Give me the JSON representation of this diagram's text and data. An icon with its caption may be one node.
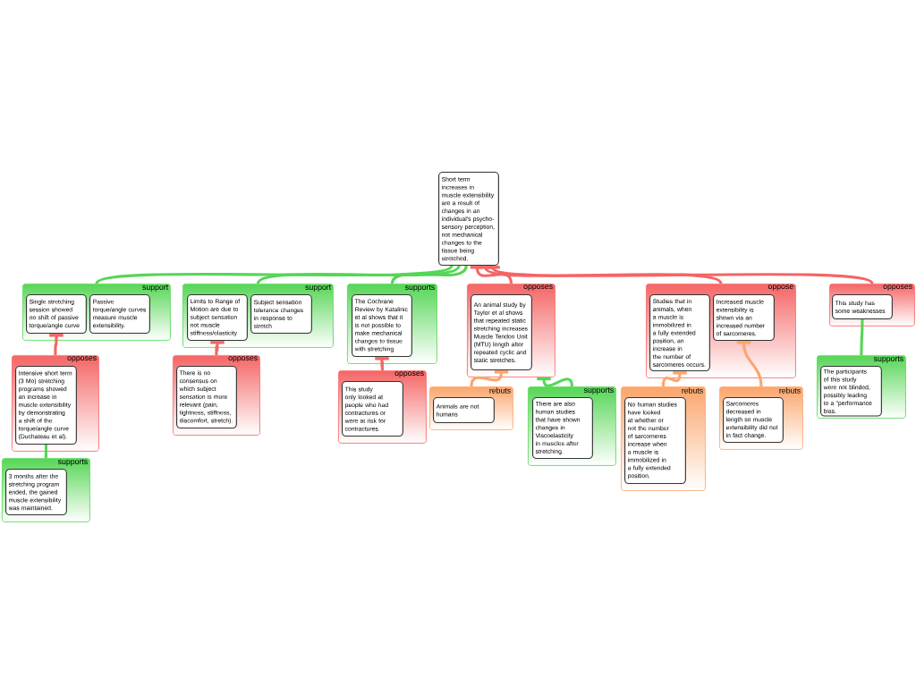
{
  "diagram": {
    "nodes": [
      {
        "text": [
          "Short term increases in muscle extensibility are a result of changes in an individual's psycho-sensory perception, not mechanical changes to the tissue being stretched."
        ]
      },
      {
        "text": [
          "support"
        ]
      },
      {
        "text": [
          "Single stretching session showed no shift of passive torque/angle curve"
        ],
        "in": 1
      },
      {
        "text": [
          "Passive torque/angle curves measure muscle extensibility."
        ],
        "in": 1
      },
      {
        "text": [
          "support"
        ]
      },
      {
        "text": [
          "Limits to Range of Motion are due to subject sensation not muscle stiffness/elasticity"
        ],
        "in": 4
      },
      {
        "text": [
          "Subject sensation tolerance changes in response to stretch"
        ],
        "in": 4
      },
      {
        "text": [
          "supports"
        ]
      },
      {
        "text": [
          "The Cochrane Review by Katalinic et al shows that it is not possible to make mechanical changes to tissue with stretching"
        ],
        "in": 7
      },
      {
        "text": [
          "opposes"
        ]
      },
      {
        "text": [
          "An animal study by Taylor et al shows that repeated static stretching increases Muscle Tendon Unit (MTU) length after repeated cyclic and static stretches."
        ],
        "in": 9
      },
      {
        "text": [
          "oppose"
        ]
      },
      {
        "text": [
          "Studies that in animals, when a muscle is immobilized in a fully extended position, an increase in the number of sarcomeres occurs."
        ],
        "in": 11
      },
      {
        "text": [
          "Increased muscle extensibility is shown via an increased number of sarcomeres."
        ],
        "in": 11
      },
      {
        "text": [
          "opposes"
        ]
      },
      {
        "text": [
          "This study has some weaknesses"
        ],
        "in": 14
      },
      {
        "text": [
          "opposes"
        ]
      },
      {
        "text": [
          "Intensive short term (3 Mo) stretching programs showed an increase in muscle extensibility by demonstrating a shift of the torque/angle curve (Duchateau et al)."
        ],
        "in": 16
      },
      {
        "text": [
          "supports"
        ]
      },
      {
        "text": [
          "3 months after the stretching program ended, the gained muscle extensibility was maintained."
        ],
        "in": 18
      },
      {
        "text": [
          "opposes"
        ]
      },
      {
        "text": [
          "There is no consensus on which subject sensation is more relevant (pain, tightness, stiffness, discomfort, stretch)."
        ],
        "in": 20
      },
      {
        "text": [
          "opposes"
        ]
      },
      {
        "text": [
          "This study only looked at people who had contractures or were at risk for contractures."
        ],
        "in": 22
      },
      {
        "text": [
          "rebuts"
        ]
      },
      {
        "text": [
          "Animals are not humans"
        ],
        "in": 24
      },
      {
        "text": [
          "supports"
        ]
      },
      {
        "text": [
          "There are also human studies that have shown changes in Viscoelasticity in muscles after stretching."
        ],
        "in": 26
      },
      {
        "text": [
          "rebuts"
        ]
      },
      {
        "text": [
          "No human studies have looked at whether or not the number of sarcomeres increase when a muscle is immobilized in a fully extended position."
        ],
        "in": 28
      },
      {
        "text": [
          "rebuts"
        ]
      },
      {
        "text": [
          "Sarcomeres decreased in length so muscle extensibility did not in fact change."
        ],
        "in": 30
      },
      {
        "text": [
          "supports"
        ]
      },
      {
        "text": [
          "The participants of this study were not blinded, possibly leading to a \"performance bias."
        ],
        "in": 32
      }
    ],
    "edges": [
      {
        "from": 1,
        "to": 0,
        "arrow": "none",
        "color": "#55d655"
      },
      {
        "from": 4,
        "to": 0,
        "arrow": "none",
        "color": "#55d655"
      },
      {
        "from": 7,
        "to": 0,
        "arrow": "none",
        "color": "#55d655"
      },
      {
        "from": 9,
        "to": 0,
        "arrow": "other",
        "color": "#f56565"
      },
      {
        "from": 11,
        "to": 0,
        "arrow": "other",
        "color": "#f56565"
      },
      {
        "from": 14,
        "to": 0,
        "arrow": "other",
        "color": "#f56565"
      },
      {
        "from": 16,
        "to": 2,
        "arrow": "other",
        "color": "#f56565"
      },
      {
        "from": 18,
        "to": 17,
        "arrow": "none",
        "color": "#55d655"
      },
      {
        "from": 20,
        "to": 5,
        "arrow": "other",
        "color": "#f56565"
      },
      {
        "from": 22,
        "to": 8,
        "arrow": "other",
        "color": "#f56565"
      },
      {
        "from": 24,
        "to": 10,
        "arrow": "other",
        "color": "#fba56b"
      },
      {
        "from": 26,
        "to": 9,
        "arrow": "other",
        "color": "#55d655"
      },
      {
        "from": 28,
        "to": 12,
        "arrow": "other",
        "color": "#fba56b"
      },
      {
        "from": 30,
        "to": 13,
        "arrow": "other",
        "color": "#fba56b"
      },
      {
        "from": 32,
        "to": 15,
        "arrow": "none",
        "color": "#55d655"
      }
    ]
  }
}
